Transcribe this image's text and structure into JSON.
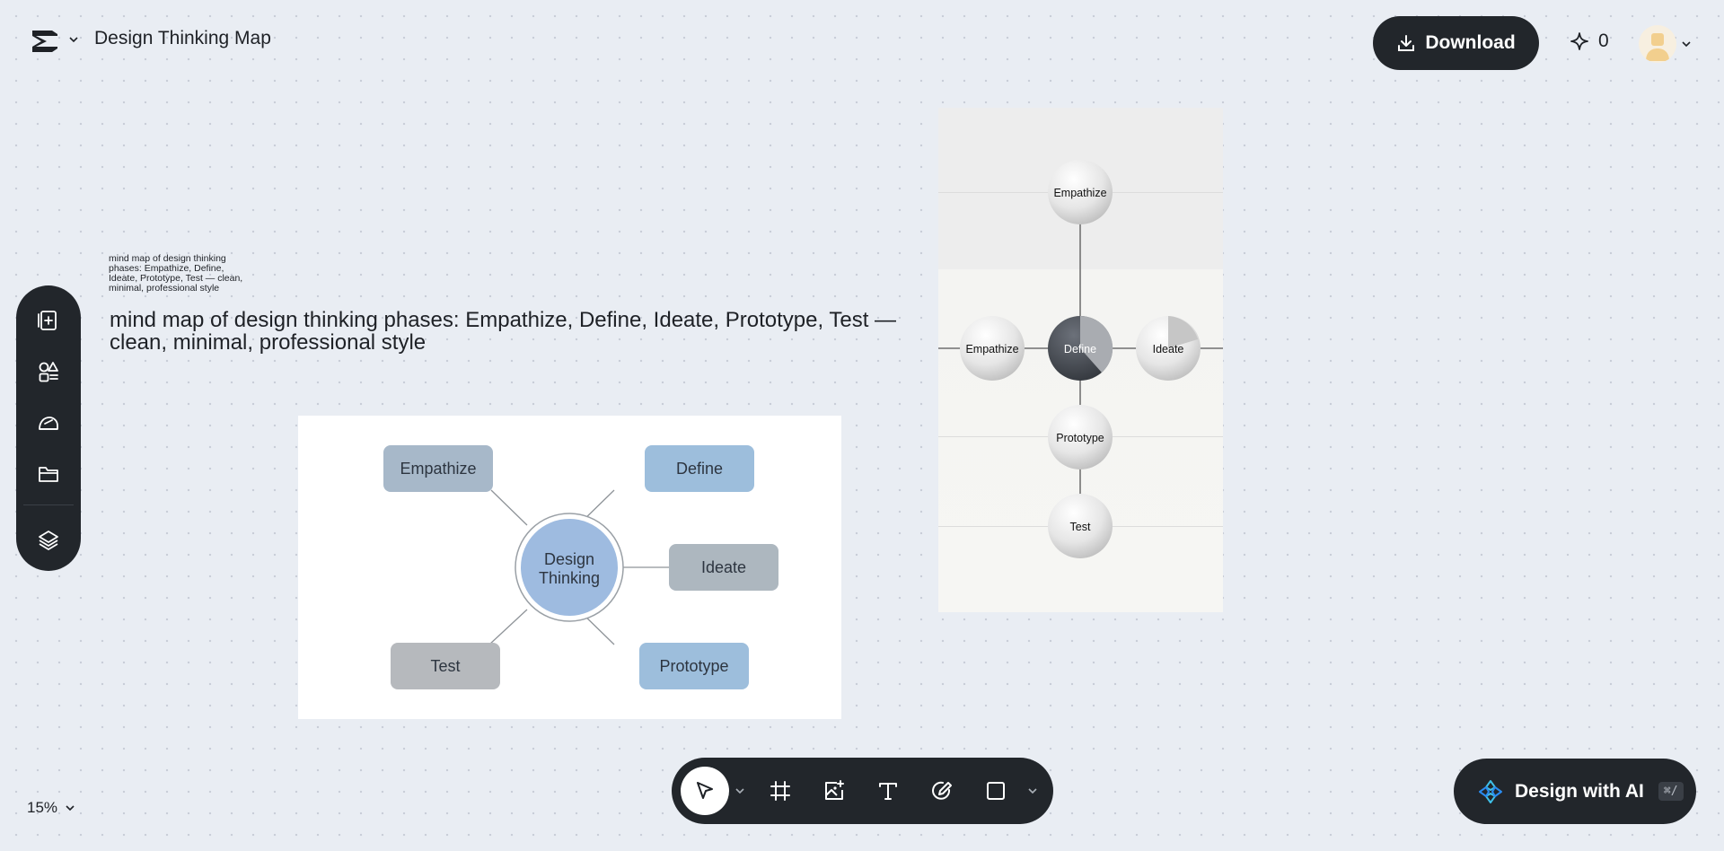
{
  "header": {
    "title": "Design Thinking Map",
    "download_label": "Download",
    "credits": "0"
  },
  "canvas": {
    "prompt_small": "mind map of design thinking phases: Empathize, Define, Ideate, Prototype, Test — clean, minimal, professional style",
    "prompt_large": "mind map of design thinking phases: Empathize, Define, Ideate, Prototype, Test — clean, minimal, professional style",
    "image1": {
      "center": [
        "Design",
        "Thinking"
      ],
      "nodes": {
        "empathize": "Empathize",
        "define": "Define",
        "ideate": "Ideate",
        "test": "Test",
        "prototype": "Prototype"
      }
    },
    "image2": {
      "top": "Empathize",
      "left": "Empathize",
      "center": "Define",
      "right": "Ideate",
      "mid": "Prototype",
      "bottom": "Test"
    }
  },
  "footer": {
    "zoom": "15%",
    "ai_label": "Design with AI",
    "ai_shortcut": "⌘/"
  },
  "colors": {
    "bar": "#22262b",
    "node_gray_blue": "#a7b8c9",
    "node_blue": "#9dbedc",
    "node_center": "#9ebbe0"
  }
}
